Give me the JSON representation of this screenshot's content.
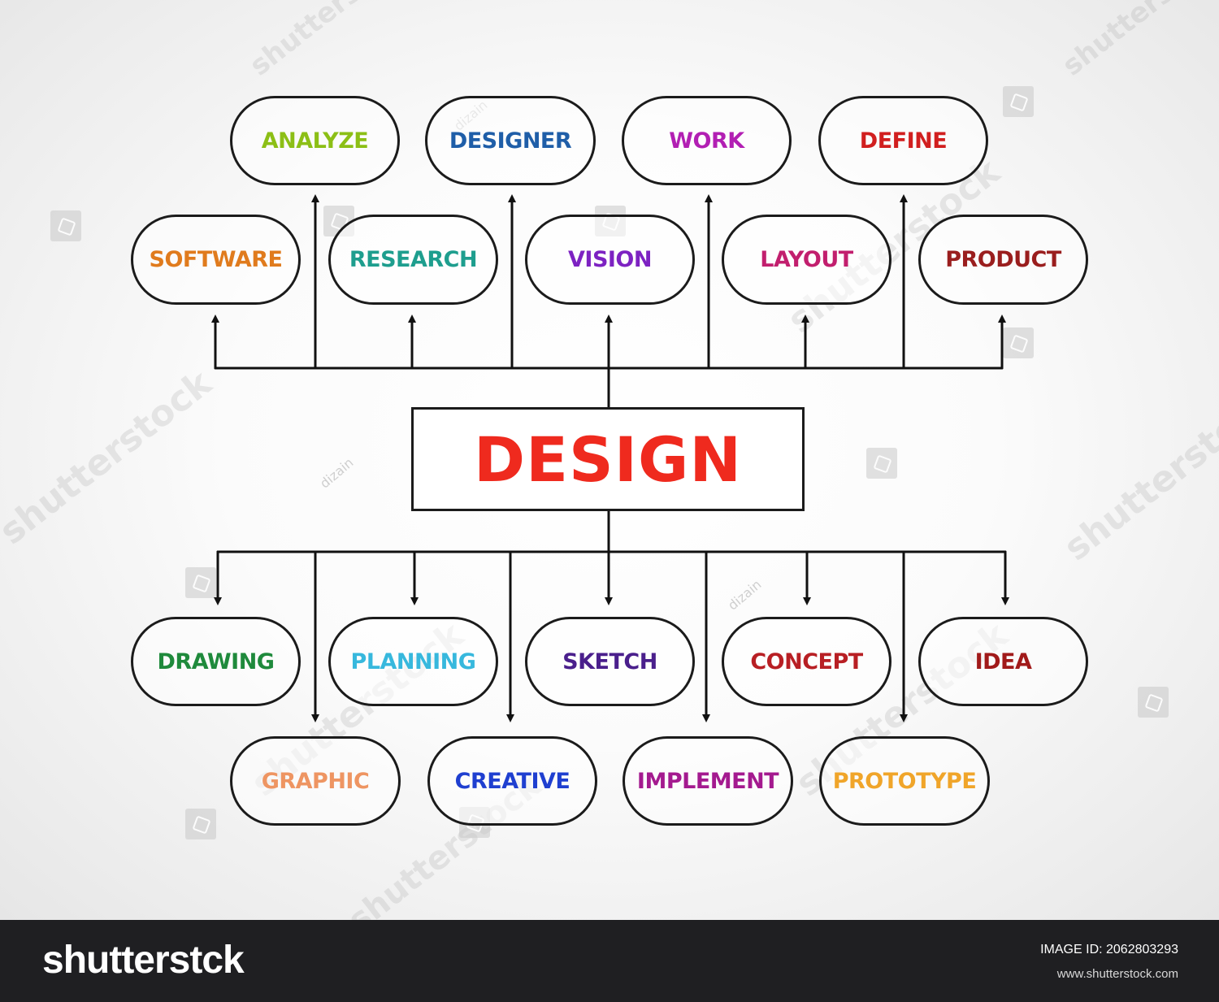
{
  "diagram": {
    "center": {
      "label": "DESIGN",
      "color": "#ef2a1e"
    },
    "top_row_1": [
      {
        "label": "ANALYZE",
        "color": "#8cbf16"
      },
      {
        "label": "DESIGNER",
        "color": "#1f5ea8"
      },
      {
        "label": "WORK",
        "color": "#b21fb3"
      },
      {
        "label": "DEFINE",
        "color": "#d11f1f"
      }
    ],
    "top_row_2": [
      {
        "label": "SOFTWARE",
        "color": "#e07b1d"
      },
      {
        "label": "RESEARCH",
        "color": "#1e9e8e"
      },
      {
        "label": "VISION",
        "color": "#7d22c2"
      },
      {
        "label": "LAYOUT",
        "color": "#c21f6e"
      },
      {
        "label": "PRODUCT",
        "color": "#9a1e1e"
      }
    ],
    "bottom_row_1": [
      {
        "label": "DRAWING",
        "color": "#1f8a3c"
      },
      {
        "label": "PLANNING",
        "color": "#37b8dd"
      },
      {
        "label": "SKETCH",
        "color": "#4a1f8c"
      },
      {
        "label": "CONCEPT",
        "color": "#b81f24"
      },
      {
        "label": "IDEA",
        "color": "#a11a1a"
      }
    ],
    "bottom_row_2": [
      {
        "label": "GRAPHIC",
        "color": "#ee9562"
      },
      {
        "label": "CREATIVE",
        "color": "#1f3fd0"
      },
      {
        "label": "IMPLEMENT",
        "color": "#a41a8f"
      },
      {
        "label": "PROTOTYPE",
        "color": "#f0a52a"
      }
    ]
  },
  "watermarks": {
    "brand": "shutterstock",
    "author": "dizain"
  },
  "footer": {
    "logo": "shutterstck",
    "image_id": "IMAGE ID: 2062803293",
    "url": "www.shutterstock.com"
  }
}
